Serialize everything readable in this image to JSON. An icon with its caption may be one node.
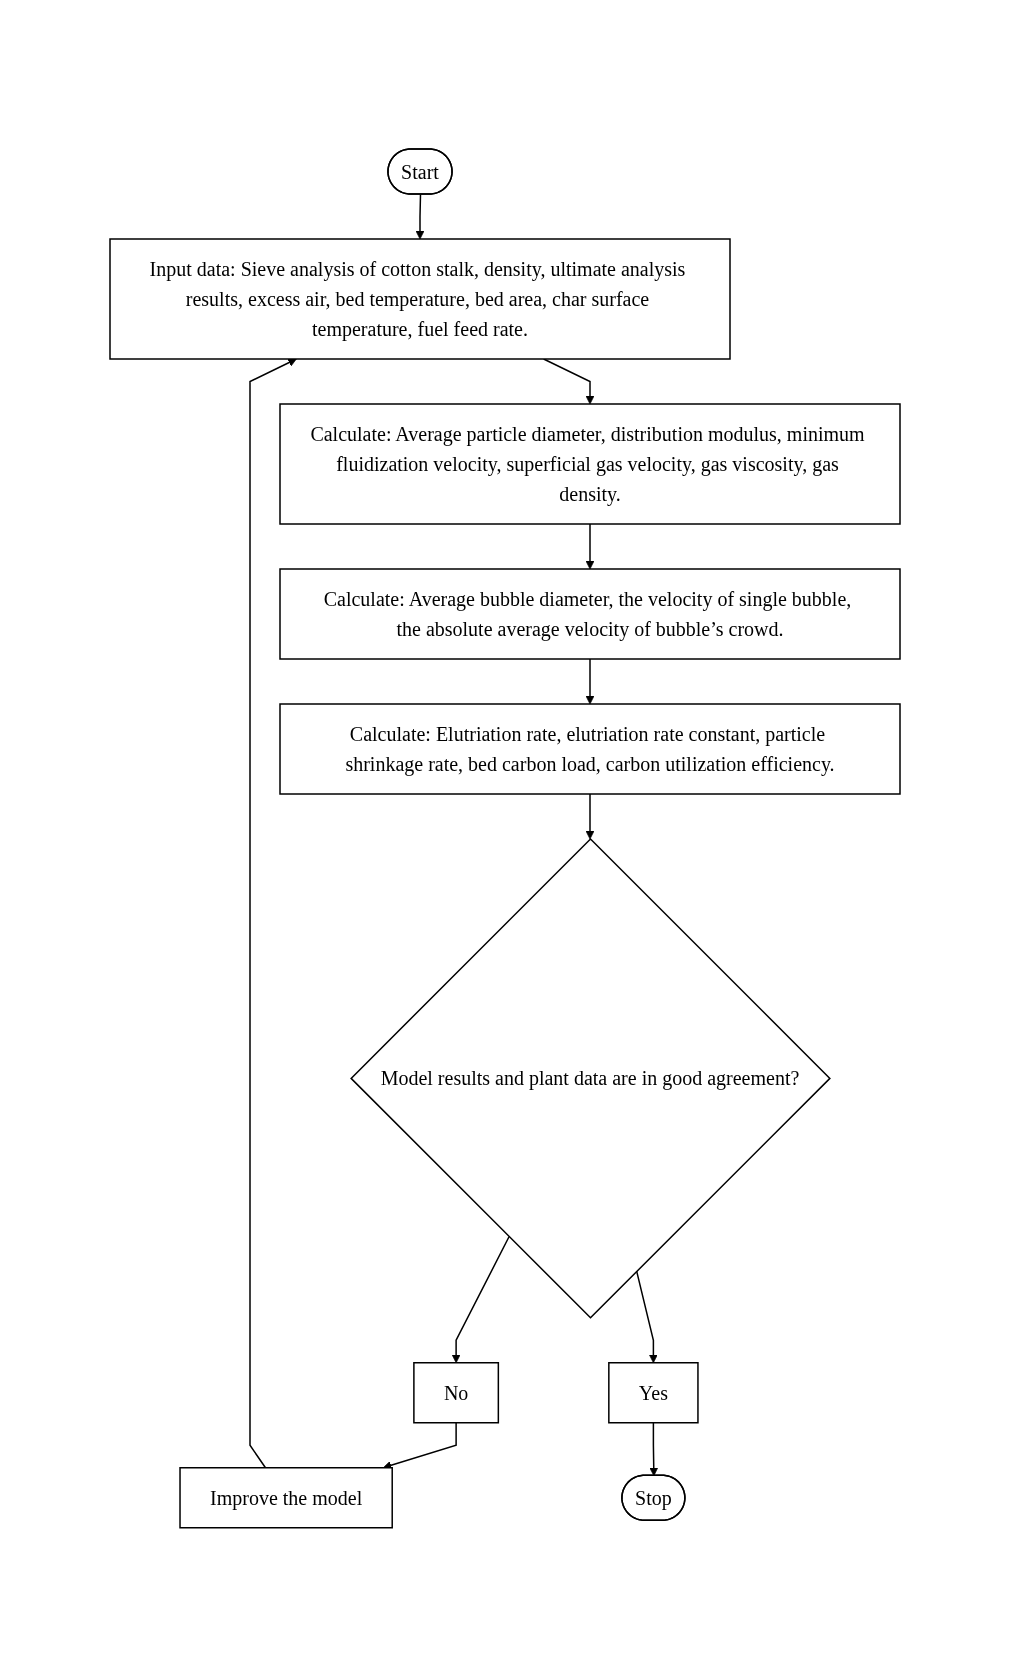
{
  "diagram": {
    "nodes": [
      {
        "text": [
          "Start"
        ]
      },
      {
        "text": [
          "Input data: Sieve analysis of cotton stalk, density, ultimate analysis results, excess air, bed temperature, bed area, char surface temperature, fuel feed rate."
        ]
      },
      {
        "text": [
          "Calculate: Average particle diameter, distribution modulus, minimum fluidization velocity, superficial gas velocity, gas viscosity, gas density."
        ]
      },
      {
        "text": [
          "Calculate: Average bubble diameter, the velocity of single bubble, the absolute average velocity of bubble’s crowd."
        ]
      },
      {
        "text": [
          "Calculate: Elutriation rate, elutriation rate constant, particle shrinkage rate, bed carbon load, carbon utilization efficiency."
        ]
      },
      {
        "text": [
          "Model results and plant data are in good agreement?"
        ]
      },
      {
        "text": [
          "No"
        ]
      },
      {
        "text": [
          "Improve the model"
        ]
      },
      {
        "text": [
          "Yes"
        ]
      },
      {
        "text": [
          "Stop"
        ]
      }
    ],
    "edges": [
      {
        "from": 0,
        "to": 1,
        "arrow": "to"
      },
      {
        "from": 1,
        "to": 2,
        "arrow": "to"
      },
      {
        "from": 2,
        "to": 3,
        "arrow": "to"
      },
      {
        "from": 3,
        "to": 4,
        "arrow": "to"
      },
      {
        "from": 4,
        "to": 5,
        "arrow": "to"
      },
      {
        "from": 5,
        "to": 6,
        "arrow": "to"
      },
      {
        "from": 6,
        "to": 7,
        "arrow": "to"
      },
      {
        "from": 7,
        "to": 1,
        "arrow": "to"
      },
      {
        "from": 5,
        "to": 8,
        "arrow": "to"
      },
      {
        "from": 8,
        "to": 9,
        "arrow": "to"
      }
    ]
  }
}
